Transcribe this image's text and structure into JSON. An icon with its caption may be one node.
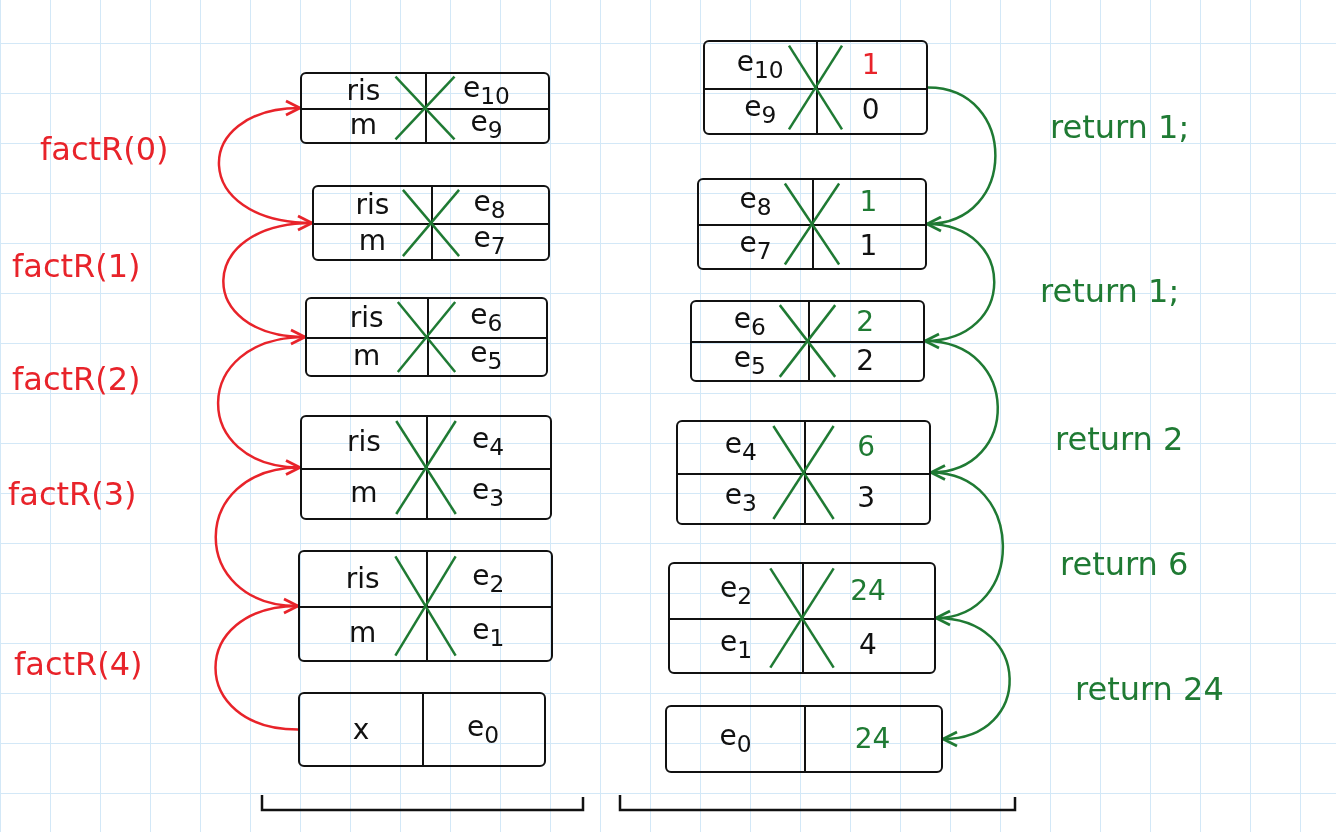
{
  "diagram": {
    "nodes": [
      {
        "text": [
          "ris",
          "e$_{10}$",
          "m",
          "e$_{9}$"
        ]
      },
      {
        "text": [
          "ris",
          "e$_{8}$",
          "m",
          "e$_{7}$"
        ]
      },
      {
        "text": [
          "ris",
          "e$_{6}$",
          "m",
          "e$_{5}$"
        ]
      },
      {
        "text": [
          "ris",
          "e$_{4}$",
          "m",
          "e$_{3}$"
        ]
      },
      {
        "text": [
          "ris",
          "e$_{2}$",
          "m",
          "e$_{1}$"
        ]
      },
      {
        "text": [
          "x",
          "e$_{0}$"
        ]
      },
      {
        "text": [
          "e$_{10}$",
          "1",
          "e$_{9}$",
          "0"
        ]
      },
      {
        "text": [
          "e$_{8}$",
          "1",
          "e$_{7}$",
          "1"
        ]
      },
      {
        "text": [
          "e$_{6}$",
          "2",
          "e$_{5}$",
          "2"
        ]
      },
      {
        "text": [
          "e$_{4}$",
          "6",
          "e$_{3}$",
          "3"
        ]
      },
      {
        "text": [
          "e$_{2}$",
          "24",
          "e$_{1}$",
          "4"
        ]
      },
      {
        "text": [
          "e$_{0}$",
          "24"
        ]
      }
    ],
    "edges": [
      {
        "from": 1,
        "to": 0,
        "arrow": "to",
        "label": "factR(0)",
        "color": "#e8232a"
      },
      {
        "from": 2,
        "to": 1,
        "arrow": "to",
        "label": "factR(1)",
        "color": "#e8232a"
      },
      {
        "from": 3,
        "to": 2,
        "arrow": "to",
        "label": "factR(2)",
        "color": "#e8232a"
      },
      {
        "from": 4,
        "to": 3,
        "arrow": "to",
        "label": "factR(3)",
        "color": "#e8232a"
      },
      {
        "from": 5,
        "to": 4,
        "arrow": "to",
        "label": "factR(4)",
        "color": "#e8232a"
      },
      {
        "from": 6,
        "to": 7,
        "arrow": "to",
        "label": "return 1;",
        "color": "#1f7a33"
      },
      {
        "from": 7,
        "to": 8,
        "arrow": "to",
        "label": "return 1;",
        "color": "#1f7a33"
      },
      {
        "from": 8,
        "to": 9,
        "arrow": "to",
        "label": "return 2",
        "color": "#1f7a33"
      },
      {
        "from": 9,
        "to": 10,
        "arrow": "to",
        "label": "return 6",
        "color": "#1f7a33"
      },
      {
        "from": 10,
        "to": 11,
        "arrow": "to",
        "label": "return 24",
        "color": "#1f7a33"
      }
    ]
  }
}
